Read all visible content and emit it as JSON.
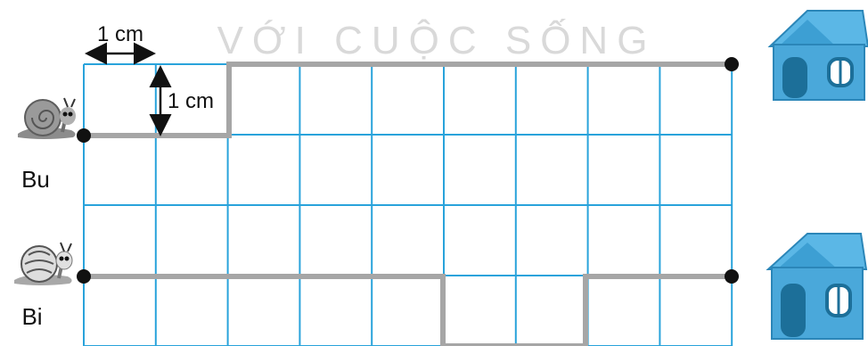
{
  "watermark": "VỚI CUỘC SỐNG",
  "scale": {
    "horizontal_label": "1 cm",
    "vertical_label": "1 cm"
  },
  "snails": [
    {
      "name": "Bu"
    },
    {
      "name": "Bi"
    }
  ],
  "grid": {
    "columns": 9,
    "rows": 4,
    "line_color": "#29a3db"
  },
  "colors": {
    "path": "#a6a6a6",
    "dot": "#111111",
    "house_roof": "#5bb7e6",
    "house_wall": "#4aa8da",
    "house_door": "#1c6f99"
  },
  "icons": [
    "snail-icon",
    "house-icon",
    "double-arrow-icon"
  ]
}
